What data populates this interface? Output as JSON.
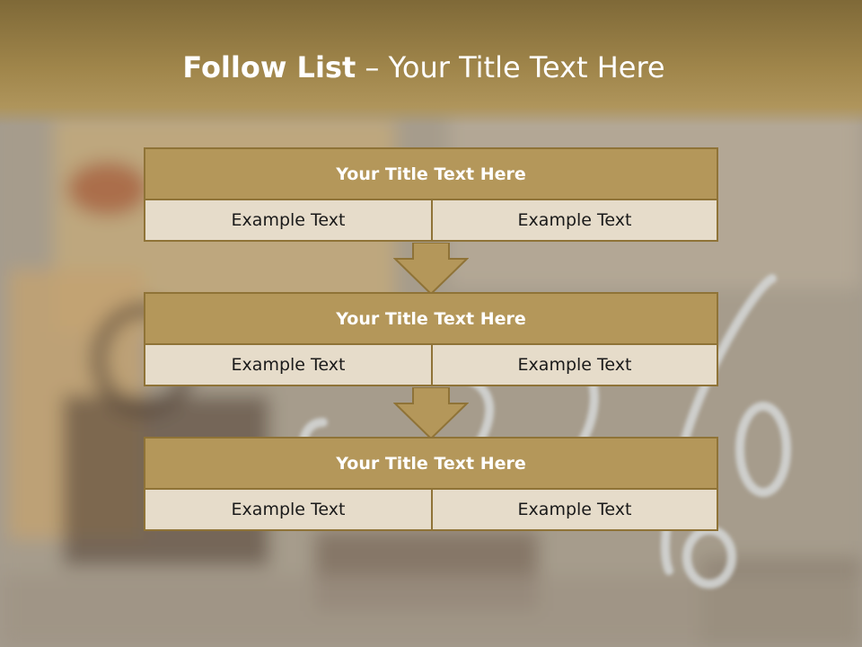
{
  "slide": {
    "title_bold": "Follow List",
    "title_rest": " – Your Title Text Here"
  },
  "cards": [
    {
      "title": "Your Title Text Here",
      "left": "Example Text",
      "right": "Example Text"
    },
    {
      "title": "Your Title Text Here",
      "left": "Example Text",
      "right": "Example Text"
    },
    {
      "title": "Your Title Text Here",
      "left": "Example Text",
      "right": "Example Text"
    }
  ],
  "colors": {
    "header": "#b4975a",
    "border": "#8f7337",
    "cell": "#e6dcca",
    "arrow": "#b4975a"
  },
  "icons": {
    "arrow": "down-arrow-icon",
    "background": "percent-sign-photo"
  }
}
